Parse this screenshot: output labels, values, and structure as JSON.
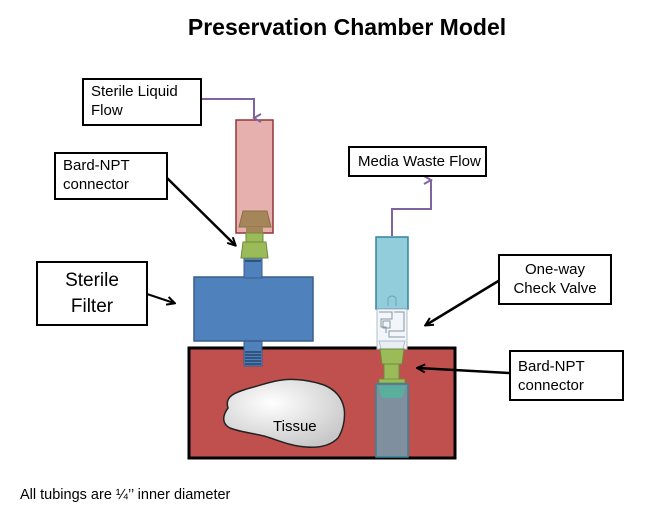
{
  "title": "Preservation Chamber Model",
  "labels": {
    "sterile_liquid_flow": [
      "Sterile Liquid",
      "Flow"
    ],
    "bard_npt_top": [
      "Bard-NPT",
      "connector"
    ],
    "sterile_filter": [
      "Sterile",
      "Filter"
    ],
    "media_waste_flow": "Media Waste Flow",
    "check_valve": [
      "One-way",
      "Check Valve"
    ],
    "bard_npt_right": [
      "Bard-NPT",
      "connector"
    ],
    "tissue": "Tissue"
  },
  "footnote": "All tubings are ¼’’ inner diameter",
  "colors": {
    "chamber_fill": "#c0504d",
    "chamber_border": "#000000",
    "inlet_reservoir_fill": "#e6b0ae",
    "inlet_reservoir_border": "#953735",
    "filter_fill": "#4f81bd",
    "filter_border": "#385d8a",
    "connector_green": "#9bbb59",
    "connector_green_border": "#71893f",
    "connector_brown": "#a5865a",
    "waste_reservoir_fill": "#92cddc",
    "waste_reservoir_border": "#31859c",
    "inner_tube_fill": "#7f8f9e",
    "inner_tube_cap": "#5aae9c",
    "flow_line": "#8064a2",
    "tissue_fill": "#e6e6e6"
  }
}
